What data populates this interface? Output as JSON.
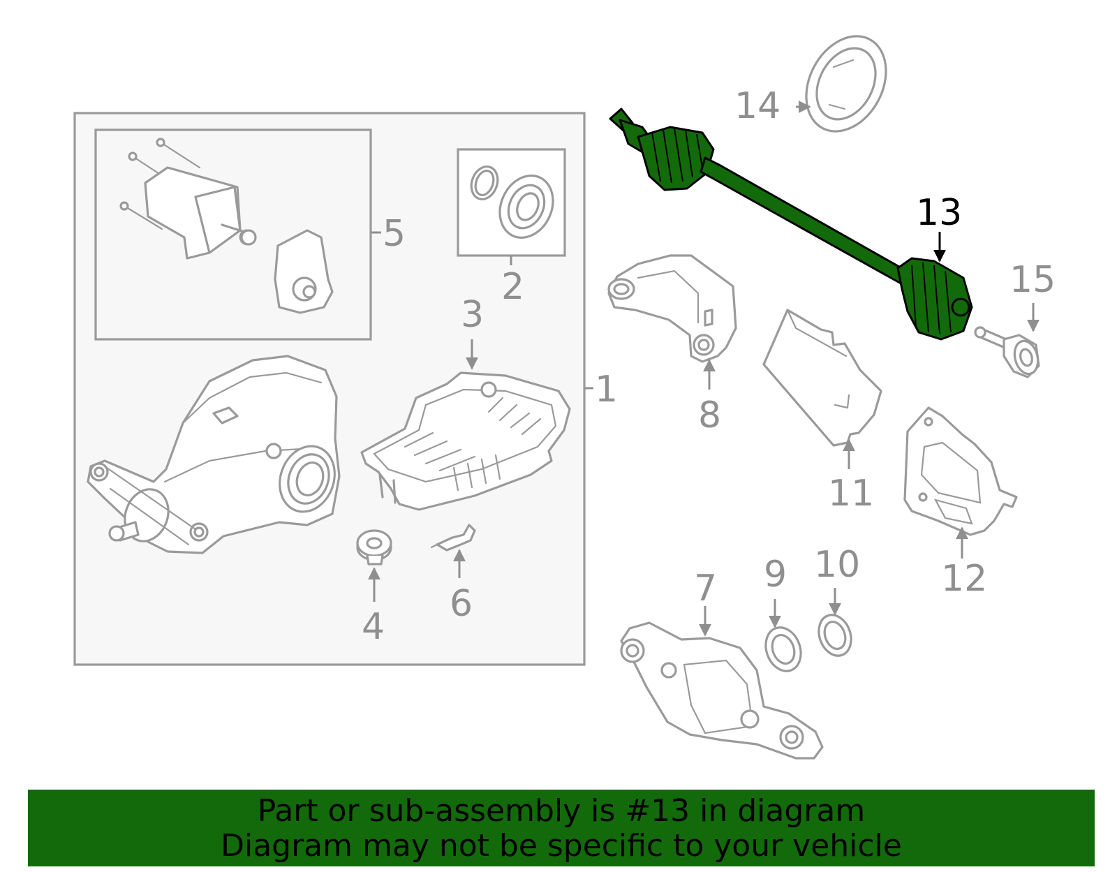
{
  "callouts": {
    "c1": "1",
    "c2": "2",
    "c3": "3",
    "c4": "4",
    "c5": "5",
    "c6": "6",
    "c7": "7",
    "c8": "8",
    "c9": "9",
    "c10": "10",
    "c11": "11",
    "c12": "12",
    "c13": "13",
    "c14": "14",
    "c15": "15"
  },
  "highlighted_part": "13",
  "colors": {
    "highlight": "#136a0a",
    "line_art": "#9a9a9a",
    "banner": "#136a0a"
  },
  "banner": {
    "line1": "Part or sub-assembly is #13 in diagram",
    "line2": "Diagram may not be specific to your vehicle"
  }
}
